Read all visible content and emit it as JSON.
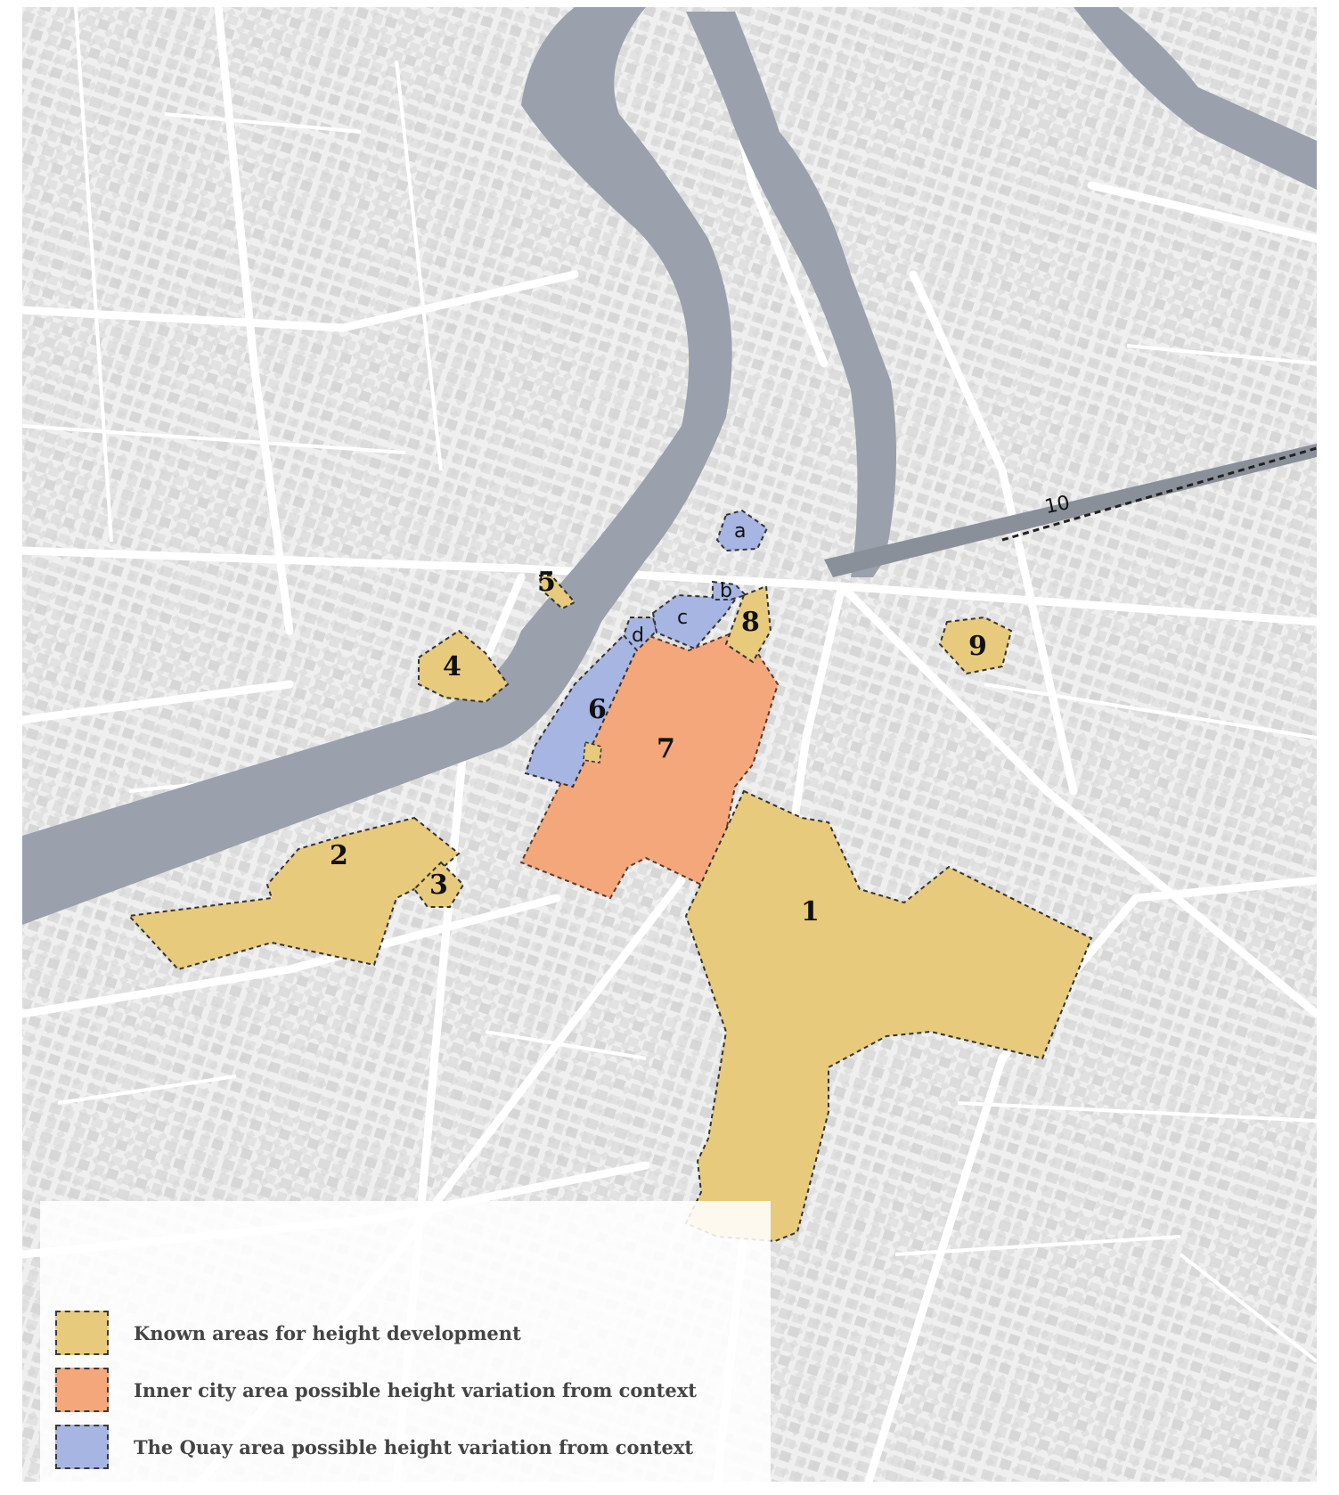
{
  "colors": {
    "known": "#e8ca7c",
    "inner": "#f4a77a",
    "quay": "#a6b5e1",
    "river": "#9aa1ad",
    "background": "#efefef",
    "street": "#ffffff",
    "block": "#d9d9d9"
  },
  "zones": {
    "z1": "1",
    "z2": "2",
    "z3": "3",
    "z4": "4",
    "z5": "5",
    "z6": "6",
    "z7": "7",
    "z8": "8",
    "z9": "9",
    "z10": "10",
    "za": "a",
    "zb": "b",
    "zc": "c",
    "zd": "d"
  },
  "legend": {
    "known": "Known  areas for height development",
    "inner": "Inner city area possible height variation from context",
    "quay": "The Quay area possible height variation from context"
  }
}
